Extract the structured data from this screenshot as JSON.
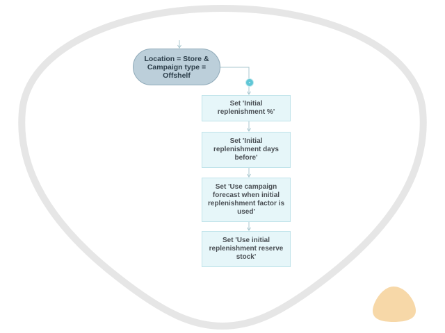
{
  "diagram": {
    "decision": {
      "text": "Location = Store & Campaign type = Offshelf"
    },
    "branch_marker": "-",
    "steps": [
      {
        "label": "Set 'Initial replenishment %'"
      },
      {
        "label": "Set 'Initial replenishment days before'"
      },
      {
        "label": "Set 'Use campaign forecast when initial replenishment factor is used'"
      },
      {
        "label": "Set 'Use initial replenishment reserve stock'"
      }
    ]
  },
  "colors": {
    "decision_fill": "#bccfda",
    "step_fill": "#e6f6f9",
    "connector": "#a9c7cf",
    "outline_ring": "#e6e6e6",
    "accent_blob": "#f7d8a8"
  }
}
